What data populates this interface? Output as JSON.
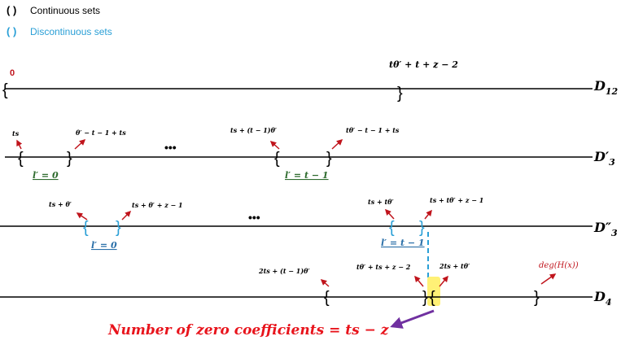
{
  "legend": {
    "continuous_label": "Continuous sets",
    "discontinuous_label": "Discontinuous sets",
    "bracket_glyph": "( )"
  },
  "colors": {
    "black": "#000000",
    "blue": "#2a9fd6",
    "red": "#c0141c",
    "green": "#2e6b2e",
    "underline_blue": "#2a6fa8",
    "purple": "#7030a0",
    "highlight": "#fff176"
  },
  "lines": {
    "d12": {
      "label": "D",
      "sub": "12",
      "start_label": "0",
      "end_label": "tθ′ + t + z − 2"
    },
    "d3p": {
      "label": "D′",
      "sub": "3",
      "ellipsis": "•••",
      "set0": {
        "left": "ts",
        "right": "θ′ − t − 1 + ts",
        "index": "l′ = 0"
      },
      "set1": {
        "left": "ts + (t − 1)θ′",
        "right": "tθ′ − t − 1 + ts",
        "index": "l′ = t − 1"
      }
    },
    "d3pp": {
      "label": "D″",
      "sub": "3",
      "ellipsis": "•••",
      "set0": {
        "left": "ts + θ′",
        "right": "ts + θ′ + z − 1",
        "index": "l′ = 0"
      },
      "set1": {
        "left": "ts + tθ′",
        "right": "ts + tθ′ + z − 1",
        "index": "l′ = t − 1"
      }
    },
    "d4": {
      "label": "D",
      "sub": "4",
      "a": "2ts + (t − 1)θ′",
      "b": "tθ′ + ts + z − 2",
      "c": "2ts + tθ′",
      "deg": "deg(H(x))"
    }
  },
  "caption": "Number of zero coefficients = ts − z"
}
